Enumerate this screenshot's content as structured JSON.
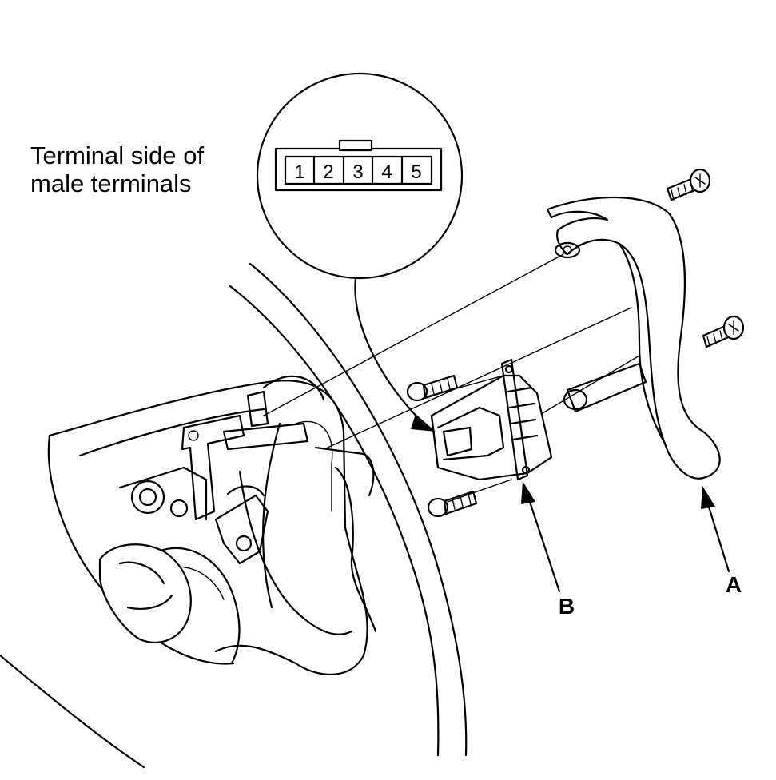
{
  "callout": {
    "caption_line1": "Terminal side of",
    "caption_line2": "male terminals",
    "pins": [
      "1",
      "2",
      "3",
      "4",
      "5"
    ]
  },
  "labels": {
    "a": "A",
    "b": "B"
  }
}
